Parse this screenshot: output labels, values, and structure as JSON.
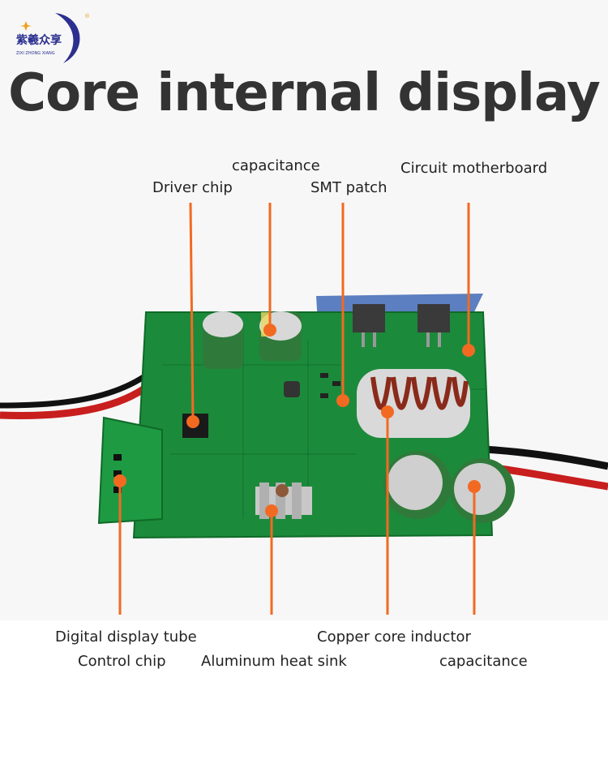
{
  "brand": {
    "logo_text_cn": "紫羲众享",
    "logo_text_en": "ZIXI ZHONG XIANG",
    "registered_mark": "®"
  },
  "title": "Core internal display",
  "callouts": {
    "capacitance_top": "capacitance",
    "driver_chip": "Driver chip",
    "smt_patch": "SMT patch",
    "circuit_motherboard": "Circuit motherboard",
    "digital_display_tube": "Digital display tube",
    "control_chip": "Control chip",
    "aluminum_heat_sink": "Aluminum heat sink",
    "copper_core_inductor": "Copper core inductor",
    "capacitance_bottom": "capacitance"
  },
  "colors": {
    "leader_line": "#f26a22",
    "marker_dot": "#f26a22",
    "pcb_green": "#1c8a3b",
    "logo_blue": "#2b2f8f",
    "logo_star": "#f0a020"
  }
}
